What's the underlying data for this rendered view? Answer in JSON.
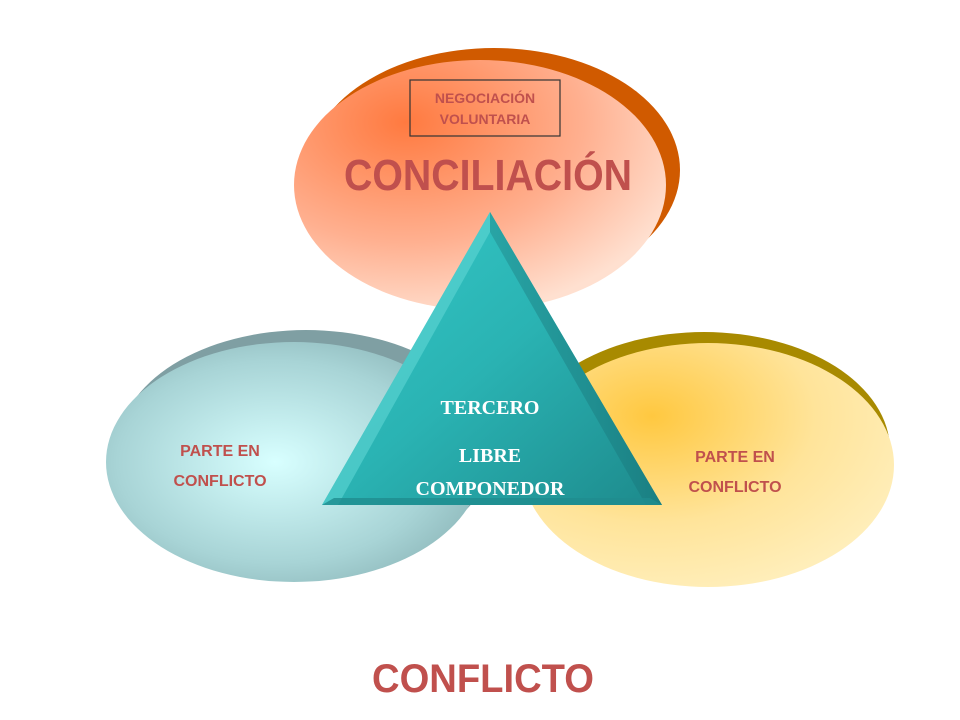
{
  "top": {
    "box_line1": "NEGOCIACIÓN",
    "box_line2": "VOLUNTARIA",
    "title": "CONCILIACIÓN"
  },
  "left": {
    "line1": "PARTE  EN",
    "line2": "CONFLICTO"
  },
  "right": {
    "line1": "PARTE EN",
    "line2": "CONFLICTO"
  },
  "center": {
    "line1": "TERCERO",
    "line2": "LIBRE",
    "line3": "COMPONEDOR"
  },
  "footer": {
    "title": "CONFLICTO"
  },
  "colors": {
    "text_red": "#c0504d",
    "top_shadow": "#d05a00",
    "left_shadow": "#7f9fa3",
    "right_shadow": "#a88a00",
    "triangle": "#2aa8aa",
    "triangle_text": "#ffffff"
  }
}
